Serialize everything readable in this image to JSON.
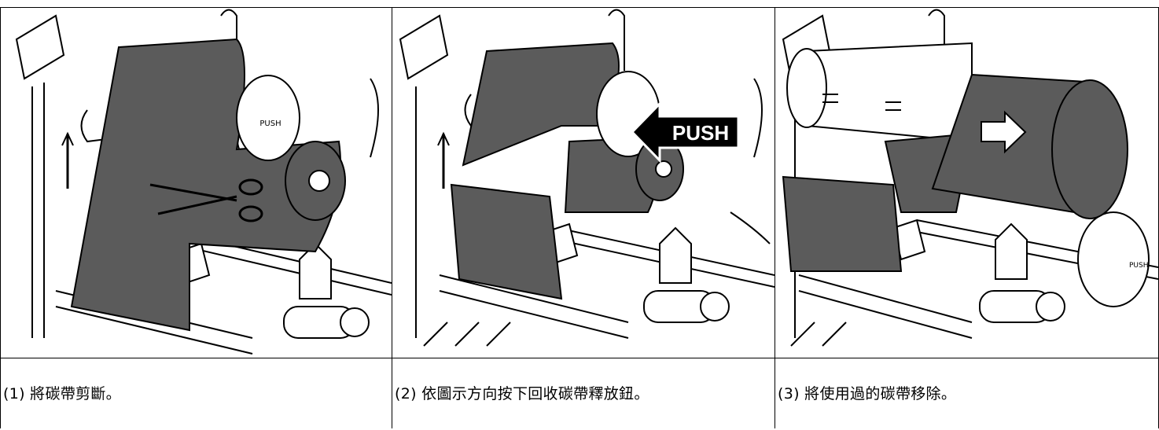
{
  "steps": [
    {
      "caption": "(1)  將碳帶剪斷。"
    },
    {
      "caption": "(2)  依圖示方向按下回收碳帶釋放鈕。",
      "callout": "PUSH"
    },
    {
      "caption": "(3)  將使用過的碳帶移除。"
    }
  ],
  "labels": {
    "button_text": "PUSH"
  },
  "colors": {
    "ribbon": "#5b5b5b",
    "line": "#000000",
    "background": "#ffffff"
  },
  "icons": [
    "scissors-icon",
    "push-arrow-icon",
    "right-arrow-icon"
  ]
}
